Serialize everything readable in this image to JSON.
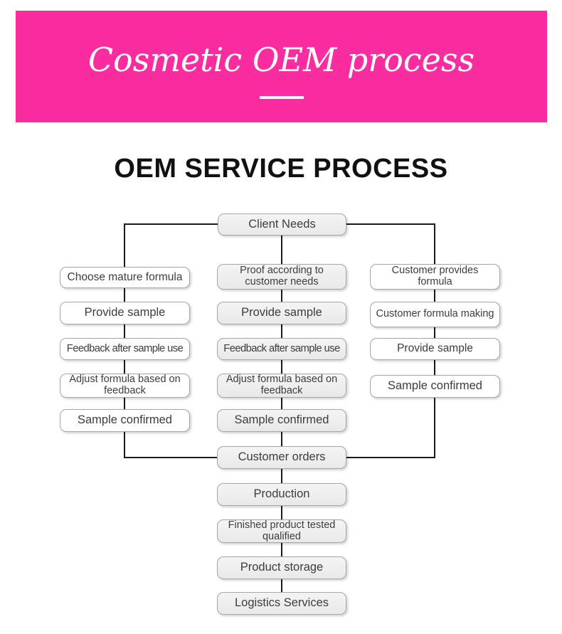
{
  "banner": {
    "title": "Cosmetic OEM process",
    "bg_color": "#fa2da0",
    "text_color": "#ffffff"
  },
  "section": {
    "heading": "OEM SERVICE PROCESS"
  },
  "flowchart": {
    "client_needs": "Client Needs",
    "left": [
      "Choose mature formula",
      "Provide sample",
      "Feedback after sample use",
      "Adjust formula based on feedback",
      "Sample confirmed"
    ],
    "middle": [
      "Proof according to customer needs",
      "Provide sample",
      "Feedback after sample use",
      "Adjust formula based on feedback",
      "Sample confirmed"
    ],
    "right": [
      "Customer provides formula",
      "Customer formula making",
      "Provide sample",
      "Sample confirmed"
    ],
    "bottom": [
      "Customer orders",
      "Production",
      "Finished product tested qualified",
      "Product storage",
      "Logistics Services"
    ],
    "colors": {
      "box_border": "#a6a6a6",
      "box_fill_gray": "#ededed",
      "box_fill_white": "#ffffff",
      "connector": "#1a1a1a",
      "text": "#3d3d3d"
    }
  }
}
